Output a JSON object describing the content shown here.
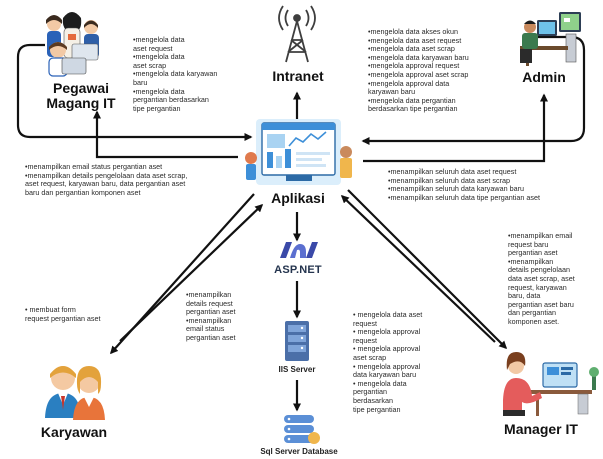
{
  "nodes": {
    "intranet": "Intranet",
    "pegawai": "Pegawai\nMagang IT",
    "admin": "Admin",
    "aplikasi": "Aplikasi",
    "aspnet": "ASP.NET",
    "iis": "IIS Server",
    "sql": "Sql Server Database",
    "karyawan": "Karyawan",
    "manager": "Manager IT"
  },
  "notes": {
    "pegawai_to_app": "•mengelola data\naset request\n•mengelola data\naset scrap\n•mengelola data karyawan\nbaru\n•mengelola data\npergantian berdasarkan\ntipe pergantian",
    "admin_to_app": "•mengelola data akses okun\n•mengelola data aset request\n•mengelola data aset scrap\n•mengelola data karyawan baru\n•mengelola approval request\n•mengelola approval aset scrap\n•mengelola approval data\nkaryawan baru\n•mengelola data pergantian\nberdasarkan tipe pergantian",
    "app_to_pegawai": "•menampilkan email status pergantian aset\n•menampilkan details pengelolaan data aset scrap,\naset request, karyawan baru, data pergantian aset\nbaru dan pergantian komponen aset",
    "app_to_admin": "•menampilkan seluruh data aset request\n•menampilkan seluruh data aset scrap\n•menampilkan seluruh data karyawan baru\n•menampilkan seluruh data tipe pergantian aset",
    "karyawan_to_app": "• membuat form\nrequest pergantian aset",
    "app_to_karyawan": "•menampilkan\ndetails request\npergantian aset\n•menampilkan\nemail status\npergantian aset",
    "manager_to_app": "• mengelola data aset\nrequest\n• mengelola approval\nrequest\n• mengelola approval\naset scrap\n• mengelola approval\ndata karyawan baru\n• mengelola data\npergantian\nberdasarkan\ntipe pergantian",
    "app_to_manager": "•menampilkan email\nrequest baru\npergantian aset\n•menampilkan\ndetails pengelolaan\ndata aset scrap, aset\nrequest, karyawan\nbaru, data\npergantian aset baru\ndan pergantian\nkomponen aset."
  },
  "icons": {
    "intranet": "radio-tower-icon",
    "pegawai": "people-group-icon",
    "admin": "admin-at-desk-icon",
    "aplikasi": "application-dashboard-icon",
    "aspnet": "aspnet-logo",
    "iis": "server-rack-icon",
    "sql": "database-stack-icon",
    "karyawan": "employees-icon",
    "manager": "manager-at-desk-icon"
  },
  "colors": {
    "line": "#111111",
    "accent_blue": "#3d8fd8",
    "light_blue": "#a9d3f2",
    "aspnet_purple": "#3a49a8"
  }
}
